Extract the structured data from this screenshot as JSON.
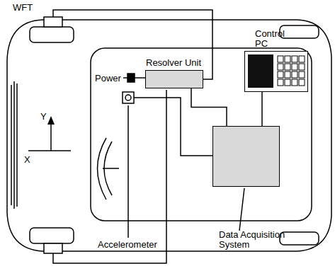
{
  "diagram": {
    "nodes": [
      {
        "text": [
          "Resolver Unit"
        ]
      },
      {
        "text": [
          "Control PC"
        ]
      },
      {
        "text": [
          "Data Acquisition System"
        ]
      }
    ],
    "edges": [
      {
        "from": 0,
        "to": 2,
        "arrow": "none"
      },
      {
        "from": 1,
        "to": 2,
        "arrow": "none"
      }
    ],
    "labels": [
      "WFT",
      "Y",
      "X",
      "Power",
      "Accelerometer"
    ]
  }
}
